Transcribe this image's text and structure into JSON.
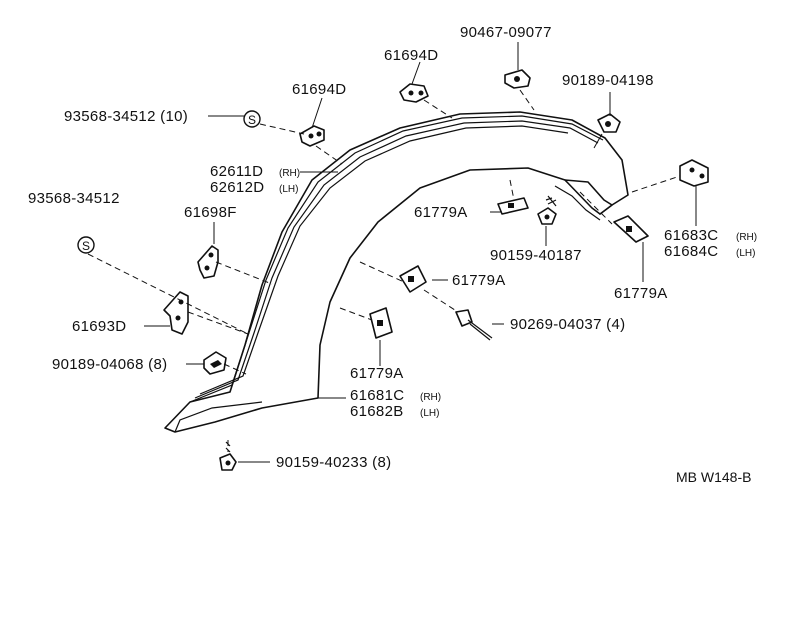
{
  "parts": {
    "clip_90467": "90467-09077",
    "clip_61694d_top": "61694D",
    "clip_90189_04198": "90189-04198",
    "clip_61694d_left": "61694D",
    "screw_93568_10": "93568-34512 (10)",
    "moulding_main": "62611D",
    "moulding_main_rh": "(RH)",
    "moulding_alt": "62612D",
    "moulding_alt_lh": "(LH)",
    "screw_93568": "93568-34512",
    "bracket_61698f": "61698F",
    "bracket_61693d": "61693D",
    "clip_90189_04068": "90189-04068 (8)",
    "pad_61779a_1": "61779A",
    "screw_90159_40187": "90159-40187",
    "pad_61779a_2": "61779A",
    "rivet_90269": "90269-04037 (4)",
    "pad_61779a_3": "61779A",
    "extension_61681c": "61681C",
    "extension_rh": "(RH)",
    "extension_61682b": "61682B",
    "extension_lh": "(LH)",
    "screw_90159_40233": "90159-40233 (8)",
    "bracket_61683c": "61683C",
    "bracket_61683c_rh": "(RH)",
    "bracket_61684c": "61684C",
    "bracket_61684c_lh": "(LH)",
    "pad_61779a_4": "61779A"
  },
  "symbol_s": "S",
  "reference_code": "MB W148-B"
}
